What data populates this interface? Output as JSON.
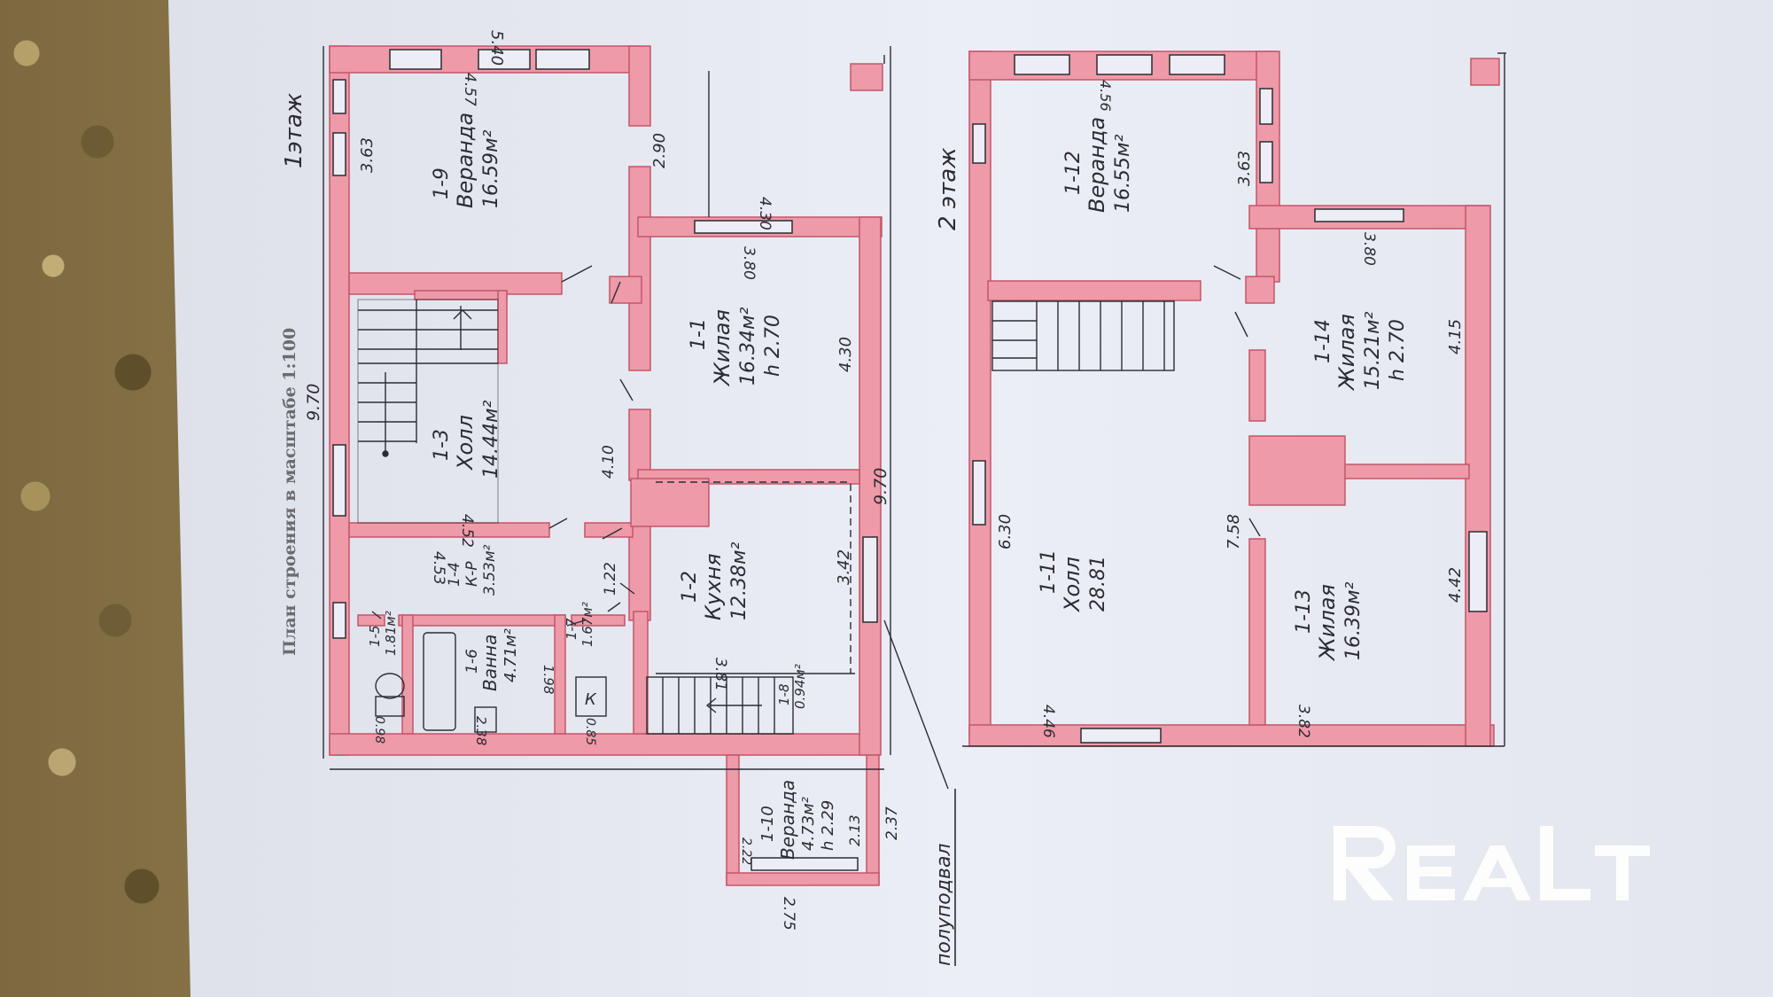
{
  "plan": {
    "title": "План строения в масштабе 1:100",
    "watermark": "REALT",
    "floor1": {
      "label": "1этаж",
      "overall_width": "9.70",
      "overall_depth": "9.70",
      "top_dim_a": "5.40",
      "top_dim_b": "4.57",
      "rooms": {
        "veranda_9": {
          "num": "1-9",
          "name": "Веранда",
          "area": "16.59м²",
          "w": "3.63",
          "d": "2.90"
        },
        "kholl_3": {
          "num": "1-3",
          "name": "Холл",
          "area": "14.44м²",
          "d1": "4.52",
          "d2": "4.53"
        },
        "zhilaya_1": {
          "num": "1-1",
          "name": "Жилая",
          "area": "16.34м²",
          "h": "h 2.70",
          "w": "3.80",
          "w2": "4.30",
          "d": "4.30"
        },
        "kuhnya_2": {
          "num": "1-2",
          "name": "Кухня",
          "area": "12.38м²",
          "w": "3.81",
          "d": "3.42"
        },
        "kor_4": {
          "num": "1-4",
          "name": "К-Р",
          "area": "3.53м²"
        },
        "su_5": {
          "num": "1-5",
          "name": "",
          "area": "1.81м²",
          "w": "0.98"
        },
        "vanna_6": {
          "num": "1-6",
          "name": "Ванна",
          "area": "4.71м²",
          "w": "2.38",
          "w2": "1.98"
        },
        "room_7": {
          "num": "1-7",
          "name": "",
          "area": "1.67м²",
          "w": "0.85",
          "k": "К"
        },
        "room_8": {
          "num": "1-8",
          "name": "",
          "area": "0.94м²"
        },
        "veranda_10": {
          "num": "1-10",
          "name": "Веранда",
          "area": "4.73м²",
          "h": "h 2.29",
          "w": "2.13",
          "w2": "2.22",
          "d": "2.37",
          "d2": "2.75"
        },
        "extra_dims": {
          "a": "4.10",
          "b": "1.22"
        }
      },
      "annotation": "полуподвал"
    },
    "floor2": {
      "label": "2 этаж",
      "rooms": {
        "veranda_12": {
          "num": "1-12",
          "name": "Веранда",
          "area": "16.55м²",
          "w": "4.56",
          "d": "3.63"
        },
        "kholl_11": {
          "num": "1-11",
          "name": "Холл",
          "area": "28.81",
          "w": "4.46",
          "d": "6.30",
          "d2": "7.58"
        },
        "zhilaya_14": {
          "num": "1-14",
          "name": "Жилая",
          "area": "15.21м²",
          "h": "h 2.70",
          "w": "3.80",
          "d": "4.15"
        },
        "zhilaya_13": {
          "num": "1-13",
          "name": "Жилая",
          "area": "16.39м²",
          "w": "3.82",
          "d": "4.42"
        }
      }
    },
    "colors": {
      "paper": "#ecedf5",
      "wall": "#ee9aa8",
      "wall_edge": "#c2566b",
      "ink": "#2c2c34",
      "watermark": "#ffffff"
    }
  }
}
